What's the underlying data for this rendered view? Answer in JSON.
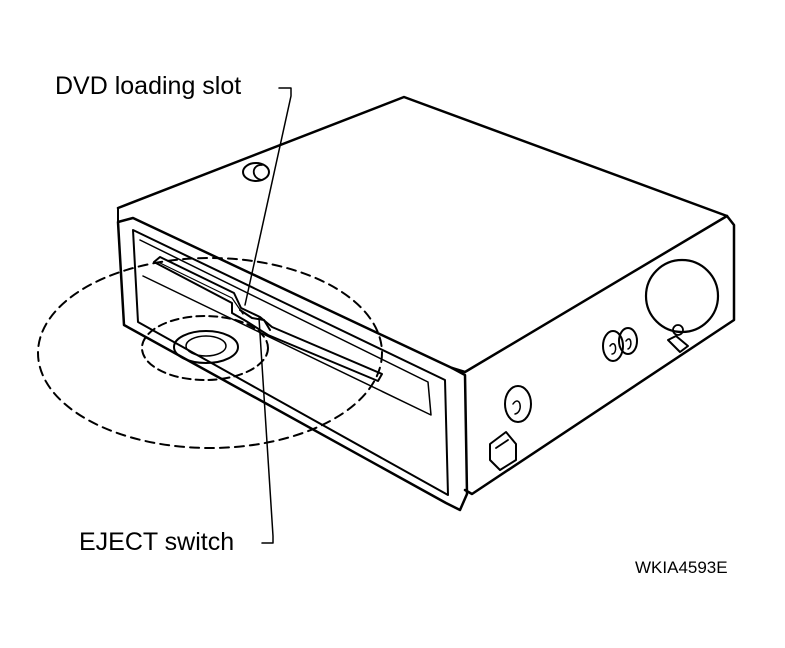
{
  "labels": {
    "dvd_loading_slot": "DVD loading slot",
    "eject_switch": "EJECT switch",
    "figure_code": "WKIA4593E"
  },
  "colors": {
    "background": "#ffffff",
    "line": "#000000"
  }
}
